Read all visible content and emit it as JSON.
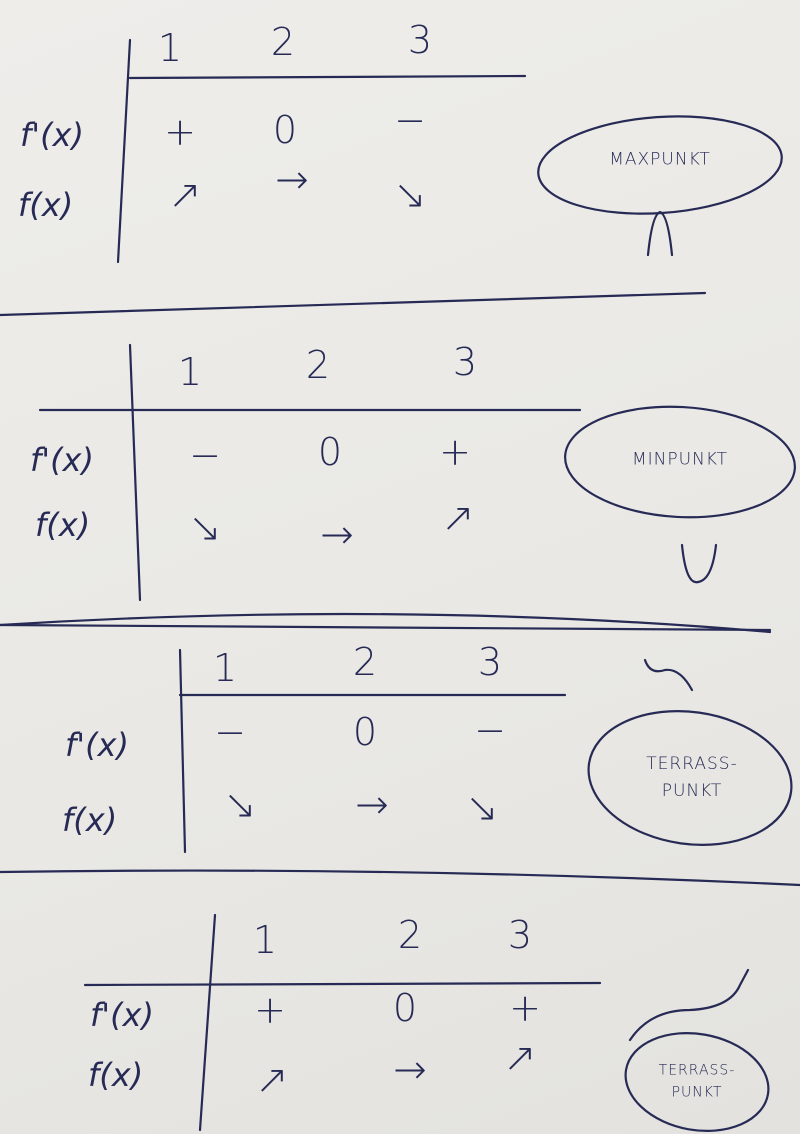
{
  "columns": [
    "1",
    "2",
    "3"
  ],
  "row_labels": {
    "derivative": "f'(x)",
    "function": "f(x)"
  },
  "tables": [
    {
      "signs": [
        "+",
        "0",
        "−"
      ],
      "arrows": [
        "↗",
        "→",
        "↘"
      ],
      "label": [
        "MAXPUNKT"
      ],
      "shape": "∩"
    },
    {
      "signs": [
        "−",
        "0",
        "+"
      ],
      "arrows": [
        "↘",
        "→",
        "↗"
      ],
      "label": [
        "MINPUNKT"
      ],
      "shape": "∪"
    },
    {
      "signs": [
        "−",
        "0",
        "−"
      ],
      "arrows": [
        "↘",
        "→",
        "↘"
      ],
      "label": [
        "TERRASS-",
        "PUNKT"
      ],
      "shape": "falling terrace curve"
    },
    {
      "signs": [
        "+",
        "0",
        "+"
      ],
      "arrows": [
        "↗",
        "→",
        "↗"
      ],
      "label": [
        "TERRASS-",
        "PUNKT"
      ],
      "shape": "rising terrace curve"
    }
  ],
  "ink_color": "#262a55"
}
